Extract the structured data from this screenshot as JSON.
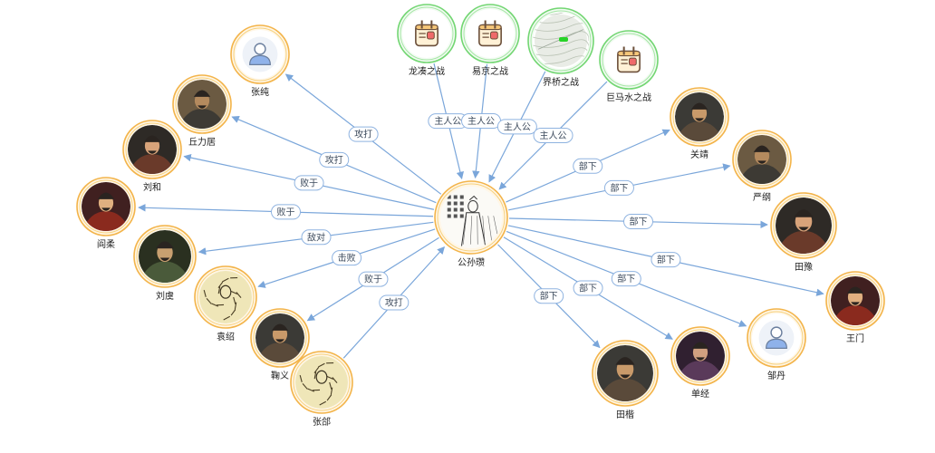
{
  "center": {
    "id": "gongsun",
    "name": "公孙瓒",
    "icon": "ink-portrait"
  },
  "nodes": [
    {
      "id": "zhangchun",
      "name": "张纯",
      "icon": "person-placeholder-icon",
      "ring": "orange"
    },
    {
      "id": "qiuliju",
      "name": "丘力居",
      "icon": "warrior-portrait",
      "ring": "orange"
    },
    {
      "id": "liuhe",
      "name": "刘和",
      "icon": "warrior-portrait",
      "ring": "orange"
    },
    {
      "id": "qurou",
      "name": "阎柔",
      "icon": "warrior-portrait",
      "ring": "orange"
    },
    {
      "id": "liuyu",
      "name": "刘虞",
      "icon": "warrior-portrait",
      "ring": "orange"
    },
    {
      "id": "yuanshao",
      "name": "袁绍",
      "icon": "sketch-portrait",
      "ring": "orange"
    },
    {
      "id": "quyi",
      "name": "鞠义",
      "icon": "warrior-portrait",
      "ring": "orange"
    },
    {
      "id": "zhanghe",
      "name": "张郃",
      "icon": "sketch-portrait",
      "ring": "orange"
    },
    {
      "id": "longcou",
      "name": "龙凑之战",
      "icon": "calendar-icon",
      "ring": "green"
    },
    {
      "id": "yijing",
      "name": "易京之战",
      "icon": "calendar-icon",
      "ring": "green"
    },
    {
      "id": "jieqiao",
      "name": "界桥之战",
      "icon": "map-icon",
      "ring": "green"
    },
    {
      "id": "jumashui",
      "name": "巨马水之战",
      "icon": "calendar-icon",
      "ring": "green"
    },
    {
      "id": "guanjing",
      "name": "关靖",
      "icon": "warrior-portrait",
      "ring": "orange"
    },
    {
      "id": "yangang",
      "name": "严纲",
      "icon": "warrior-portrait",
      "ring": "orange"
    },
    {
      "id": "tianyu",
      "name": "田豫",
      "icon": "warrior-portrait",
      "ring": "orange"
    },
    {
      "id": "wangmen",
      "name": "王门",
      "icon": "warrior-portrait",
      "ring": "orange"
    },
    {
      "id": "zoudan",
      "name": "邹丹",
      "icon": "person-placeholder-icon",
      "ring": "orange"
    },
    {
      "id": "shanjing",
      "name": "单经",
      "icon": "warrior-portrait",
      "ring": "orange"
    },
    {
      "id": "tiankai",
      "name": "田楷",
      "icon": "warrior-portrait",
      "ring": "orange"
    }
  ],
  "edges": [
    {
      "from": "center",
      "to": "zhangchun",
      "label": "攻打"
    },
    {
      "from": "center",
      "to": "qiuliju",
      "label": "攻打"
    },
    {
      "from": "center",
      "to": "liuhe",
      "label": "败于"
    },
    {
      "from": "center",
      "to": "qurou",
      "label": "败于"
    },
    {
      "from": "center",
      "to": "liuyu",
      "label": "敌对"
    },
    {
      "from": "center",
      "to": "yuanshao",
      "label": "击败"
    },
    {
      "from": "center",
      "to": "quyi",
      "label": "败于"
    },
    {
      "from": "zhanghe",
      "to": "center",
      "label": "攻打"
    },
    {
      "from": "longcou",
      "to": "center",
      "label": "主人公"
    },
    {
      "from": "yijing",
      "to": "center",
      "label": "主人公"
    },
    {
      "from": "jieqiao",
      "to": "center",
      "label": "主人公"
    },
    {
      "from": "jumashui",
      "to": "center",
      "label": "主人公"
    },
    {
      "from": "center",
      "to": "guanjing",
      "label": "部下"
    },
    {
      "from": "center",
      "to": "yangang",
      "label": "部下"
    },
    {
      "from": "center",
      "to": "tianyu",
      "label": "部下"
    },
    {
      "from": "center",
      "to": "wangmen",
      "label": "部下"
    },
    {
      "from": "center",
      "to": "zoudan",
      "label": "部下"
    },
    {
      "from": "center",
      "to": "shanjing",
      "label": "部下"
    },
    {
      "from": "center",
      "to": "tiankai",
      "label": "部下"
    }
  ],
  "colors": {
    "edge": "#7aa6da",
    "person_ring": "#f3b44a",
    "event_ring": "#72d672"
  }
}
